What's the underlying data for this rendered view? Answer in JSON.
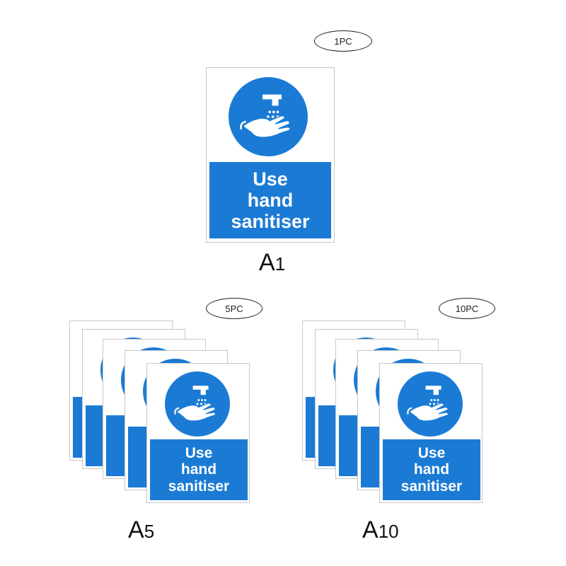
{
  "variants": [
    {
      "id": "a1",
      "badge": "1PC",
      "label_letter": "A",
      "label_number": "1"
    },
    {
      "id": "a5",
      "badge": "5PC",
      "label_letter": "A",
      "label_number": "5"
    },
    {
      "id": "a10",
      "badge": "10PC",
      "label_letter": "A",
      "label_number": "10"
    }
  ],
  "sign": {
    "text": "Use\nhand\nsanitiser",
    "icon": "hand-wash-tap-icon",
    "color": "#1b7bd4"
  }
}
